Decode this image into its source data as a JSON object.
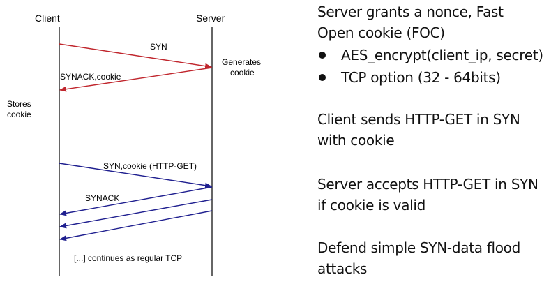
{
  "diagram": {
    "client_label": "Client",
    "server_label": "Server",
    "syn_label": "SYN",
    "generates_label_1": "Generates",
    "generates_label_2": "cookie",
    "synack_cookie_label": "SYNACK,cookie",
    "stores_label_1": "Stores",
    "stores_label_2": "cookie",
    "syn_cookie_label": "SYN,cookie (HTTP-GET)",
    "synack_label": "SYNACK",
    "continues_label": "[...] continues  as regular TCP",
    "colors": {
      "red_arrow": "#c0262d",
      "blue_arrow": "#1f1f8f"
    }
  },
  "notes": {
    "line1": "Server grants a nonce, Fast",
    "line2": "Open cookie (FOC)",
    "bullet1": "AES_encrypt(client_ip, secret)",
    "bullet2": "TCP option (32 - 64bits)",
    "client_line1": "Client sends HTTP-GET in SYN",
    "client_line2": "with cookie",
    "server_line1": "Server accepts HTTP-GET in SYN",
    "server_line2": "if cookie is valid",
    "defend_line1": "Defend simple SYN-data flood",
    "defend_line2": "attacks"
  }
}
